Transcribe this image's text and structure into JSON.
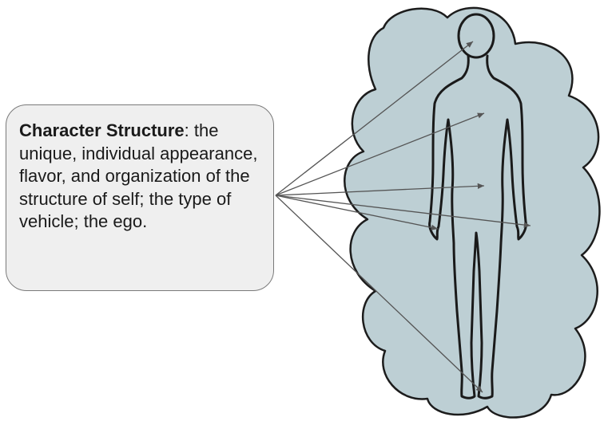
{
  "callout": {
    "term": "Character Structure",
    "separator": ":",
    "definition": "the unique, individual appearance, flavor, and organization of the structure of self; the type of vehicle; the ego."
  },
  "colors": {
    "cloud_fill": "#bdcfd4",
    "cloud_stroke": "#1c1c1c",
    "callout_fill": "#efefef",
    "callout_border": "#7a7a7a",
    "arrow": "#555555",
    "figure_stroke": "#1a1a1a"
  },
  "icons": {
    "cloud": "aura-cloud-shape",
    "figure": "human-body-outline"
  }
}
